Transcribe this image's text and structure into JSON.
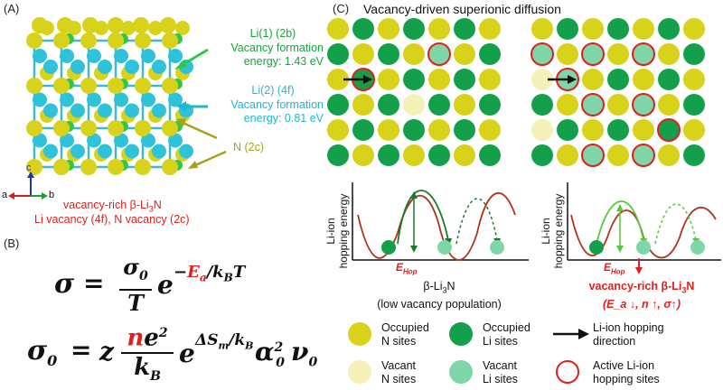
{
  "panels": {
    "a": "(A)",
    "b": "(B)",
    "c": "(C)"
  },
  "panel_c_title": "Vacancy-driven superionic diffusion",
  "crystal": {
    "li1_label": "Li(1) (2b)",
    "li1_energy_line1": "Vacancy formation",
    "li1_energy_line2": "energy: 1.43 eV",
    "li2_label": "Li(2) (4f)",
    "li2_energy_line1": "Vacancy formation",
    "li2_energy_line2": "energy: 0.81 eV",
    "n_label": "N (2c)",
    "axis_c": "c",
    "axis_a": "a",
    "axis_b": "b",
    "caption_line1": "vacancy-rich β-Li",
    "caption_sub": "3",
    "caption_n": "N",
    "caption_line2": "Li vacancy (4f), N vacancy (2c)"
  },
  "equations": {
    "sigma": "σ",
    "sigma0": "σ",
    "sub0": "0",
    "eq": "=",
    "T": "T",
    "e": "e",
    "neg": "−",
    "Ea": "E",
    "a": "a",
    "kBT": "/k",
    "B": "B",
    "T2": "T",
    "z": "z",
    "n": "n",
    "e2": "e",
    "sq": "2",
    "kB": "k",
    "dS": "ΔS",
    "m": "m",
    "slashkB": "/k",
    "alpha": "α",
    "nu": "ν"
  },
  "energy_plot": {
    "ylabel_line1": "Li-ion",
    "ylabel_line2": "hopping energy",
    "ehop": "E",
    "hop": "Hop",
    "left_caption_line1": "β-Li",
    "left_caption_sub": "3",
    "left_caption_n": "N",
    "left_caption_line2": "(low vacancy population)",
    "right_caption_line1": "vacancy-rich β-Li",
    "right_caption_sub": "3",
    "right_caption_n": "N",
    "right_caption_line2": "(E_a ↓, n ↑, σ↑)"
  },
  "legend": {
    "occ_n_line1": "Occupied",
    "occ_n_line2": "N sites",
    "occ_li_line1": "Occupied",
    "occ_li_line2": "Li sites",
    "arrow_line1": "Li-ion hopping",
    "arrow_line2": "direction",
    "vac_n_line1": "Vacant",
    "vac_n_line2": "N sites",
    "vac_li_line1": "Vacant",
    "vac_li_line2": "Li sites",
    "active_line1": "Active Li-ion",
    "active_line2": "hopping sites"
  },
  "colors": {
    "n_yellow": "#d9d21a",
    "li_green": "#14a04a",
    "vacant_n": "#f4f0b8",
    "vacant_li": "#7fd6a8",
    "active_red": "#e0201c",
    "cyan": "#1fb6cf",
    "li1_green": "#2fc94a"
  }
}
